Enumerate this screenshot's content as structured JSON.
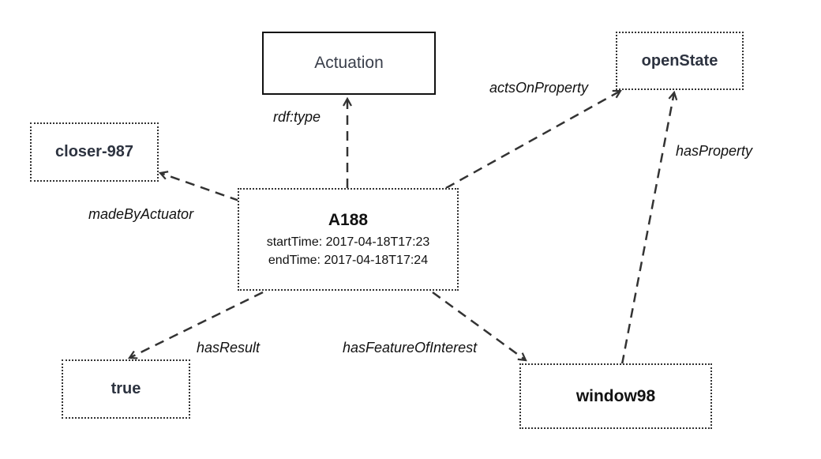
{
  "nodes": {
    "actuation": "Actuation",
    "open_state": "openState",
    "closer": "closer-987",
    "a188": {
      "title": "A188",
      "start_time": "startTime: 2017-04-18T17:23",
      "end_time": "endTime: 2017-04-18T17:24"
    },
    "true_node": "true",
    "window": "window98"
  },
  "edges": {
    "rdf_type": "rdf:type",
    "acts_on_property": "actsOnProperty",
    "has_property": "hasProperty",
    "made_by_actuator": "madeByActuator",
    "has_result": "hasResult",
    "has_feature_of_interest": "hasFeatureOfInterest"
  }
}
